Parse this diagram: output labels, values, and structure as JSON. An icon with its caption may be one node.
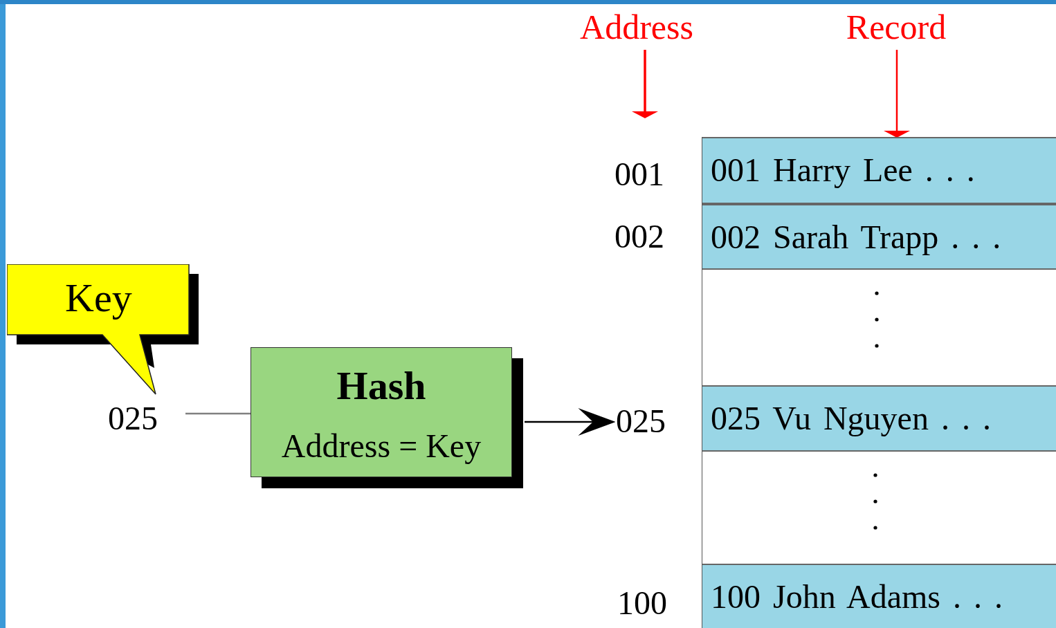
{
  "diagram": {
    "nodes": [
      {
        "text": [
          "Address"
        ]
      },
      {
        "text": [
          "Record"
        ]
      },
      {
        "text": [
          "Key"
        ]
      },
      {
        "text": [
          "025"
        ]
      },
      {
        "text": [
          "Hash",
          "Address = Key"
        ]
      },
      {
        "text": [
          "025"
        ]
      },
      {
        "text": [],
        "shape": "box"
      },
      {
        "text": [
          "001 Harry Lee . . ."
        ],
        "in": 6
      },
      {
        "text": [
          "002 Sarah Trapp . . ."
        ],
        "in": 6
      },
      {
        "text": [
          "025 Vu Nguyen . . ."
        ],
        "in": 6
      },
      {
        "text": [
          "100 John Adams . . ."
        ],
        "in": 6
      }
    ],
    "edges": [
      {
        "from": 0,
        "to": null,
        "arrow": "to",
        "color": "#ff0000"
      },
      {
        "from": 1,
        "to": 7,
        "arrow": "to",
        "color": "#ff0000"
      },
      {
        "from": 3,
        "to": 4,
        "arrow": "none",
        "color": "#808080"
      },
      {
        "from": 4,
        "to": 5,
        "arrow": "to",
        "color": "#000000"
      }
    ],
    "labels": [
      "001",
      "002",
      "100"
    ]
  }
}
